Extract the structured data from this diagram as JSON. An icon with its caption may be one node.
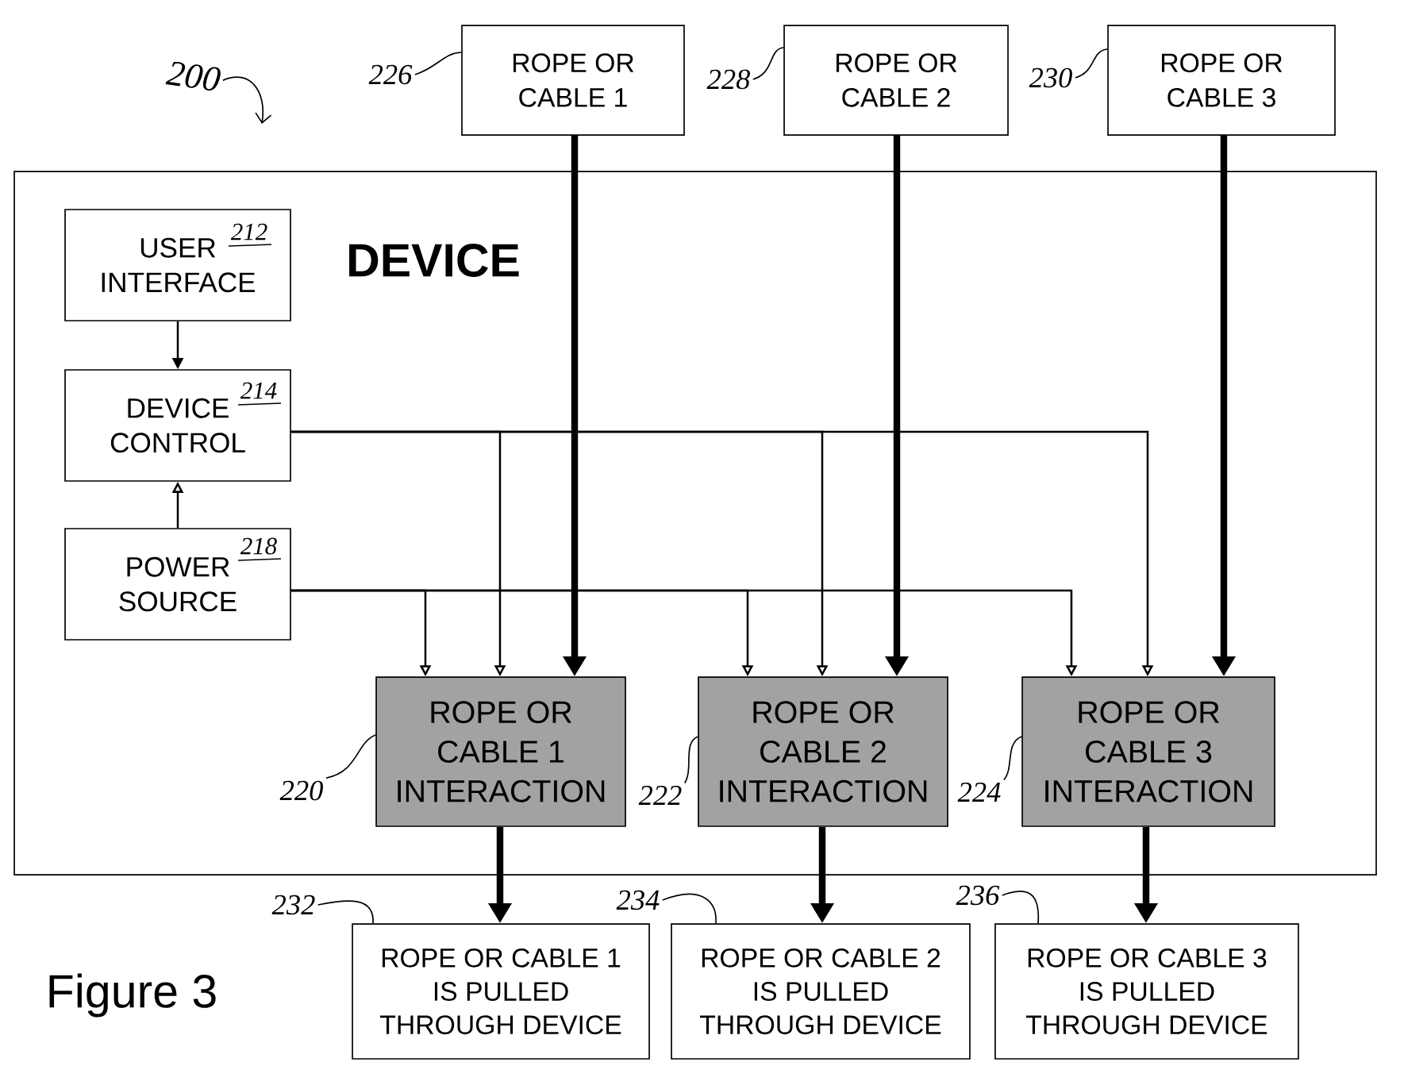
{
  "diagram": {
    "caption": "Figure 3",
    "nodes": [
      {
        "text": [
          "200"
        ]
      },
      {
        "text": [
          "226"
        ]
      },
      {
        "text": [
          "ROPE OR CABLE 1"
        ]
      },
      {
        "text": [
          "228"
        ]
      },
      {
        "text": [
          "ROPE OR CABLE 2"
        ]
      },
      {
        "text": [
          "230"
        ]
      },
      {
        "text": [
          "ROPE OR CABLE 3"
        ]
      },
      {
        "text": [
          "DEVICE"
        ]
      },
      {
        "text": [
          "212",
          "USER INTERFACE"
        ],
        "in": 7
      },
      {
        "text": [
          "214",
          "DEVICE CONTROL"
        ],
        "in": 7
      },
      {
        "text": [
          "218",
          "POWER SOURCE"
        ],
        "in": 7
      },
      {
        "text": [
          "220"
        ],
        "in": 7
      },
      {
        "text": [
          "ROPE OR CABLE 1 INTERACTION"
        ],
        "in": 7
      },
      {
        "text": [
          "222"
        ],
        "in": 7
      },
      {
        "text": [
          "ROPE OR CABLE 2 INTERACTION"
        ],
        "in": 7
      },
      {
        "text": [
          "224"
        ],
        "in": 7
      },
      {
        "text": [
          "ROPE OR CABLE 3 INTERACTION"
        ],
        "in": 7
      },
      {
        "text": [
          "232"
        ]
      },
      {
        "text": [
          "ROPE OR CABLE 1 IS PULLED THROUGH DEVICE"
        ]
      },
      {
        "text": [
          "234"
        ]
      },
      {
        "text": [
          "ROPE OR CABLE 2 IS PULLED THROUGH DEVICE"
        ]
      },
      {
        "text": [
          "236"
        ]
      },
      {
        "text": [
          "ROPE OR CABLE 3 IS PULLED THROUGH DEVICE"
        ]
      }
    ],
    "edges": [
      {
        "from": 0,
        "to": null,
        "arrow": "to"
      },
      {
        "from": 1,
        "to": 2,
        "arrow": "none"
      },
      {
        "from": 3,
        "to": 4,
        "arrow": "none"
      },
      {
        "from": 5,
        "to": 6,
        "arrow": "none"
      },
      {
        "from": 2,
        "to": 12,
        "arrow": "to",
        "style": "thick"
      },
      {
        "from": 4,
        "to": 14,
        "arrow": "to",
        "style": "thick"
      },
      {
        "from": 6,
        "to": 16,
        "arrow": "to",
        "style": "thick"
      },
      {
        "from": 8,
        "to": 9,
        "arrow": "to"
      },
      {
        "from": 10,
        "to": 9,
        "arrow": "to"
      },
      {
        "from": 9,
        "to": 12,
        "arrow": "to"
      },
      {
        "from": 9,
        "to": 14,
        "arrow": "to"
      },
      {
        "from": 9,
        "to": 16,
        "arrow": "to"
      },
      {
        "from": 10,
        "to": 12,
        "arrow": "to"
      },
      {
        "from": 10,
        "to": 14,
        "arrow": "to"
      },
      {
        "from": 10,
        "to": 16,
        "arrow": "to"
      },
      {
        "from": 11,
        "to": 12,
        "arrow": "none"
      },
      {
        "from": 13,
        "to": 14,
        "arrow": "none"
      },
      {
        "from": 15,
        "to": 16,
        "arrow": "none"
      },
      {
        "from": 12,
        "to": 18,
        "arrow": "to",
        "style": "thick"
      },
      {
        "from": 14,
        "to": 20,
        "arrow": "to",
        "style": "thick"
      },
      {
        "from": 16,
        "to": 22,
        "arrow": "to",
        "style": "thick"
      },
      {
        "from": 17,
        "to": 18,
        "arrow": "none"
      },
      {
        "from": 19,
        "to": 20,
        "arrow": "none"
      },
      {
        "from": 21,
        "to": 22,
        "arrow": "none"
      }
    ]
  }
}
